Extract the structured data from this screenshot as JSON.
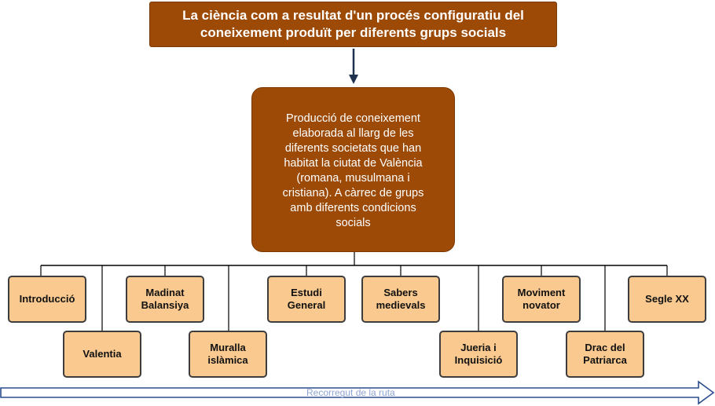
{
  "title": "La ciència com a resultat d'un procés configuratiu del coneixement produït per diferents grups socials",
  "center": {
    "lines": [
      "Producció de coneixement",
      "elaborada al llarg de les",
      "diferents societats que han",
      "habitat la ciutat de València",
      "(romana, musulmana i",
      "cristiana). A càrrec de grups",
      "amb diferents condicions",
      "socials"
    ]
  },
  "nodes": [
    {
      "lines": [
        "Introducció"
      ]
    },
    {
      "lines": [
        "Valentia"
      ]
    },
    {
      "lines": [
        "Madinat",
        "Balansiya"
      ]
    },
    {
      "lines": [
        "Muralla",
        "islàmica"
      ]
    },
    {
      "lines": [
        "Estudi",
        "General"
      ]
    },
    {
      "lines": [
        "Sabers",
        "medievals"
      ]
    },
    {
      "lines": [
        "Jueria i",
        "Inquisició"
      ]
    },
    {
      "lines": [
        "Moviment",
        "novator"
      ]
    },
    {
      "lines": [
        "Drac del",
        "Patriarca"
      ]
    },
    {
      "lines": [
        "Segle XX"
      ]
    }
  ],
  "route_label": "Recorregut de la ruta",
  "colors": {
    "header_fill": "#9c4a06",
    "node_fill": "#f9c98f",
    "arrow_navy": "#1f3350",
    "route_arrow": "#2c4d8e",
    "route_label": "#8ea5d2"
  }
}
